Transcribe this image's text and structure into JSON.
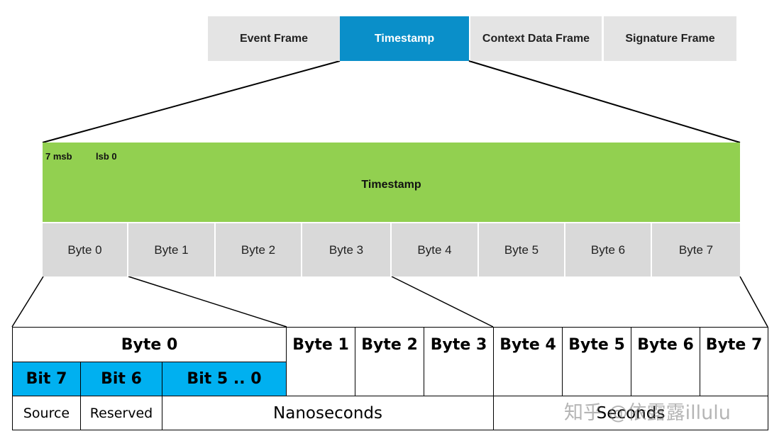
{
  "frames": [
    {
      "label": "Event Frame",
      "active": false
    },
    {
      "label": "Timestamp",
      "active": true
    },
    {
      "label": "Context Data Frame",
      "active": false
    },
    {
      "label": "Signature Frame",
      "active": false
    }
  ],
  "timestamp_band": {
    "msb_label": "7 msb",
    "lsb_label": "lsb 0",
    "title": "Timestamp"
  },
  "gray_bytes": [
    "Byte 0",
    "Byte 1",
    "Byte 2",
    "Byte 3",
    "Byte 4",
    "Byte 5",
    "Byte 6",
    "Byte 7"
  ],
  "table": {
    "byte0_header": "Byte 0",
    "byte_headers": [
      "Byte 1",
      "Byte 2",
      "Byte 3",
      "Byte 4",
      "Byte 5",
      "Byte 6",
      "Byte 7"
    ],
    "bit_headers": [
      "Bit 7",
      "Bit 6",
      "Bit 5 .. 0"
    ],
    "fields": {
      "source": "Source",
      "reserved": "Reserved",
      "nanoseconds": "Nanoseconds",
      "seconds": "Seconds"
    }
  },
  "watermark": "知乎 @依露露illulu",
  "colors": {
    "active_tab": "#0a8fc9",
    "inactive_tab": "#e4e4e4",
    "timestamp_band": "#92d050",
    "gray_byte": "#d9d9d9",
    "bit_header": "#00b0f0"
  }
}
